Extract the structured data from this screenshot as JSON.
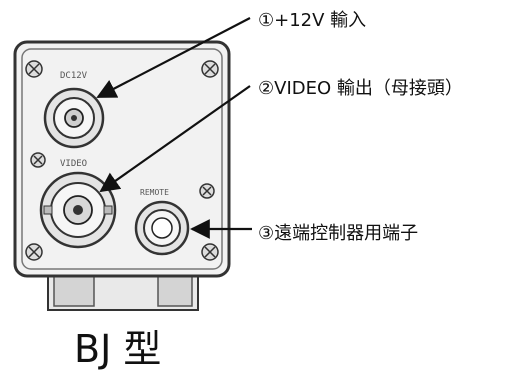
{
  "callouts": {
    "power_input": "①+12V 輸入",
    "video_output": "②VIDEO 輸出（母接頭）",
    "remote_terminal": "③遠端控制器用端子"
  },
  "caption": "BJ 型",
  "panel_labels": {
    "power": "DC12V",
    "video": "VIDEO",
    "remote": "REMOTE"
  },
  "colors": {
    "ink": "#111111",
    "panel_face": "#f2f2f2",
    "panel_edge": "#444444"
  }
}
